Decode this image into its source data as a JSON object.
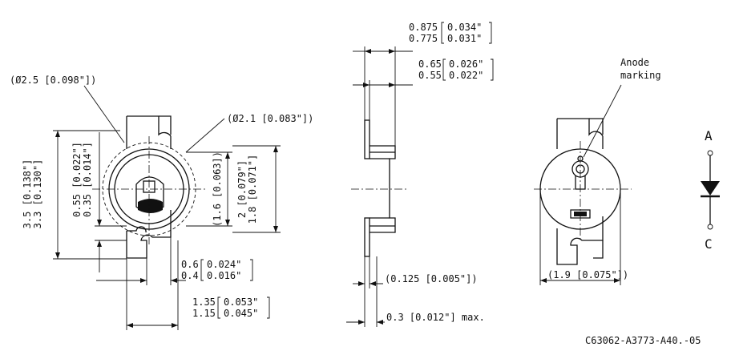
{
  "front_view": {
    "flange_dia": "(Ø2.5 [0.098\"])",
    "lens_dia": "(Ø2.1 [0.083\"])",
    "height_mm_max": "3.5",
    "height_mm_min": "3.3",
    "height_in_max": "0.138\"",
    "height_in_min": "0.130\"",
    "inner_mm_max": "0.55",
    "inner_mm_min": "0.35",
    "inner_in_max": "0.022\"",
    "inner_in_min": "0.014\"",
    "lens_height": "(1.6 [0.063])",
    "body_mm_max": "2",
    "body_mm_min": "1.8",
    "body_in_max": "0.079\"",
    "body_in_min": "0.071\"",
    "lead_mm_max": "0.6",
    "lead_mm_min": "0.4",
    "lead_in_max": "0.024\"",
    "lead_in_min": "0.016\"",
    "width_mm_max": "1.35",
    "width_mm_min": "1.15",
    "width_in_max": "0.053\"",
    "width_in_min": "0.045\""
  },
  "side_view": {
    "total_mm_max": "0.875",
    "total_mm_min": "0.775",
    "total_in_max": "0.034\"",
    "total_in_min": "0.031\"",
    "body_mm_max": "0.65",
    "body_mm_min": "0.55",
    "body_in_max": "0.026\"",
    "body_in_min": "0.022\"",
    "tab_thickness": "(0.125 [0.005\"])",
    "standoff": "0.3 [0.012\"] max."
  },
  "back_view": {
    "anode_label_1": "Anode",
    "anode_label_2": "marking",
    "width": "(1.9 [0.075\"])"
  },
  "symbol": {
    "anode": "A",
    "cathode": "C"
  },
  "drawing_number": "C63062-A3773-A40.-05"
}
